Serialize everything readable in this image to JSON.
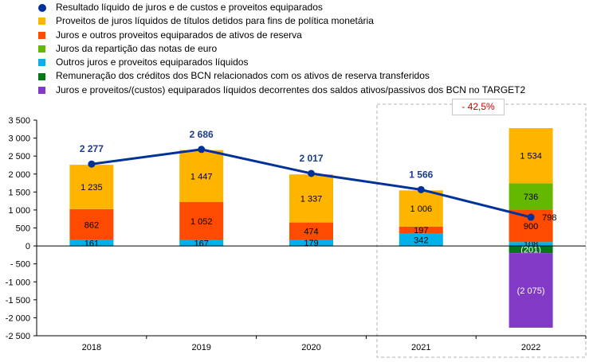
{
  "chart_data": {
    "type": "bar",
    "categories": [
      "2018",
      "2019",
      "2020",
      "2021",
      "2022"
    ],
    "ylim": [
      -2500,
      3500
    ],
    "y_ticks": [
      -2500,
      -2000,
      -1500,
      -1000,
      -500,
      0,
      500,
      1000,
      1500,
      2000,
      2500,
      3000,
      3500
    ],
    "y_tick_labels": [
      "-2 500",
      "-2 000",
      "-1 500",
      "-1 000",
      "- 500",
      "0",
      "500",
      "1 000",
      "1 500",
      "2 000",
      "2 500",
      "3 000",
      "3 500"
    ],
    "grid": false,
    "legend_position": "top",
    "series": [
      {
        "name": "Outros juros e proveitos equiparados líquidos",
        "color": "#00b1ea",
        "label_color": "#000000",
        "values": [
          161,
          167,
          179,
          342,
          108
        ],
        "labels": [
          "161",
          "167",
          "179",
          "342",
          "108"
        ]
      },
      {
        "name": "Juros e outros proveitos equiparados de ativos de reserva",
        "color": "#ff4b00",
        "label_color": "#000000",
        "values": [
          862,
          1052,
          474,
          197,
          900
        ],
        "labels": [
          "862",
          "1 052",
          "474",
          "197",
          "900"
        ]
      },
      {
        "name": "Juros da repartição das notas de euro",
        "color": "#65b800",
        "label_color": "#000000",
        "values": [
          0,
          0,
          0,
          0,
          736
        ],
        "labels": [
          "",
          "",
          "",
          "",
          "736"
        ]
      },
      {
        "name": "Proveitos de juros líquidos de títulos detidos para fins de política monetária",
        "color": "#ffb400",
        "label_color": "#000000",
        "values": [
          1235,
          1447,
          1337,
          1006,
          1534
        ],
        "labels": [
          "1 235",
          "1 447",
          "1 337",
          "1 006",
          "1 534"
        ]
      },
      {
        "name": "Remuneração dos créditos dos BCN relacionados com os ativos de reserva transferidos",
        "color": "#007816",
        "label_color": "#ffffff",
        "values": [
          0,
          0,
          0,
          0,
          -201
        ],
        "labels": [
          "",
          "",
          "",
          "",
          "(201)"
        ]
      },
      {
        "name": "Juros e proveitos/(custos) equiparados líquidos decorrentes dos saldos ativos/passivos dos BCN no TARGET2",
        "color": "#8139c6",
        "label_color": "#ffffff",
        "values": [
          0,
          0,
          0,
          0,
          -2075
        ],
        "labels": [
          "",
          "",
          "",
          "",
          "(2 075)"
        ]
      }
    ],
    "line": {
      "name": "Resultado líquido de juros e de custos e proveitos equiparados",
      "color": "#003299",
      "values": [
        2277,
        2686,
        2017,
        1566,
        798
      ],
      "labels": [
        "2 277",
        "2 686",
        "2 017",
        "1 566",
        "798"
      ]
    },
    "annotation": "- 42,5%"
  },
  "legend": [
    {
      "label": "Resultado líquido de juros e de custos e proveitos equiparados",
      "color": "#003299",
      "shape": "dot"
    },
    {
      "label": "Proveitos de juros líquidos de títulos detidos para fins de política monetária",
      "color": "#ffb400",
      "shape": "square"
    },
    {
      "label": "Juros e outros proveitos equiparados de ativos de reserva",
      "color": "#ff4b00",
      "shape": "square"
    },
    {
      "label": "Juros da repartição das notas de euro",
      "color": "#65b800",
      "shape": "square"
    },
    {
      "label": "Outros juros e proveitos equiparados líquidos",
      "color": "#00b1ea",
      "shape": "square"
    },
    {
      "label": "Remuneração dos créditos dos BCN relacionados com os ativos de reserva transferidos",
      "color": "#007816",
      "shape": "square"
    },
    {
      "label": "Juros e proveitos/(custos) equiparados líquidos decorrentes dos saldos ativos/passivos dos BCN no TARGET2",
      "color": "#8139c6",
      "shape": "square"
    }
  ]
}
